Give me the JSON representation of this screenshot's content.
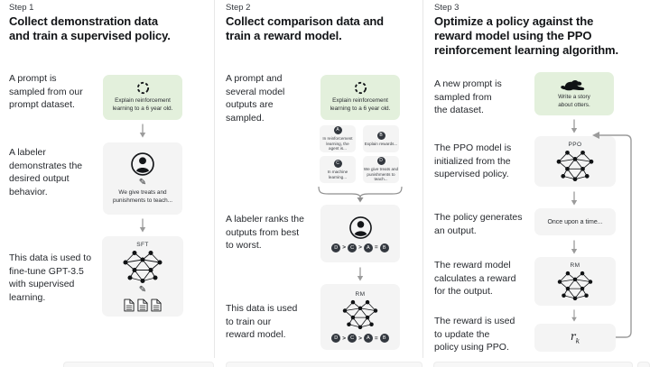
{
  "diagram": {
    "columns": [
      {
        "step": "Step 1",
        "title": "Collect demonstration data\nand train a supervised policy.",
        "captions": {
          "prompt": "A prompt is\nsampled from our\nprompt dataset.",
          "labeler": "A labeler\ndemonstrates the\ndesired output\nbehavior.",
          "data": "This data is used to\nfine-tune GPT-3.5\nwith supervised\nlearning."
        },
        "prompt_box": "Explain reinforcement\nlearning to a 6 year old.",
        "labeler_box": "We give treats and\npunishments to teach...",
        "model_label": "SFT"
      },
      {
        "step": "Step 2",
        "title": "Collect comparison data and\ntrain a reward model.",
        "captions": {
          "prompt": "A prompt and\nseveral model\noutputs are\nsampled.",
          "labeler": "A labeler ranks the\noutputs from best\nto worst.",
          "data": "This data is used\nto train our\nreward model."
        },
        "prompt_box": "Explain reinforcement\nlearning to a 6 year old.",
        "outputs": [
          {
            "id": "A",
            "text": "In reinforcement\nlearning, the\nagent is..."
          },
          {
            "id": "B",
            "text": "Explain rewards..."
          },
          {
            "id": "C",
            "text": "In machine\nlearning..."
          },
          {
            "id": "D",
            "text": "We give treats and\npunishments to\nteach..."
          }
        ],
        "ranking": {
          "items": [
            "D",
            "C",
            "A",
            "B"
          ],
          "separators": [
            ">",
            ">",
            "="
          ]
        },
        "model_label": "RM"
      },
      {
        "step": "Step 3",
        "title": "Optimize a policy against the\nreward model using the PPO\nreinforcement learning algorithm.",
        "captions": {
          "prompt": "A new prompt is\nsampled from\nthe dataset.",
          "ppo": "The PPO model is\ninitialized from the\nsupervised policy.",
          "output": "The policy generates\nan output.",
          "reward": "The reward model\ncalculates a reward\nfor the output.",
          "update": "The reward is used\nto update the\npolicy using PPO."
        },
        "prompt_box": "Write a story\nabout otters.",
        "ppo_label": "PPO",
        "output_box": "Once upon a time...",
        "rm_label": "RM",
        "reward_symbol": {
          "base": "r",
          "sub": "k"
        }
      }
    ],
    "icons": {
      "pencil": "✎"
    },
    "colors": {
      "prompt_box_bg": "#e3f0dc",
      "gray_box_bg": "#f4f4f4",
      "badge_bg": "#33383f",
      "arrow": "#9b9b9b",
      "divider": "#e7e7e7",
      "text": "#1f2328"
    }
  }
}
